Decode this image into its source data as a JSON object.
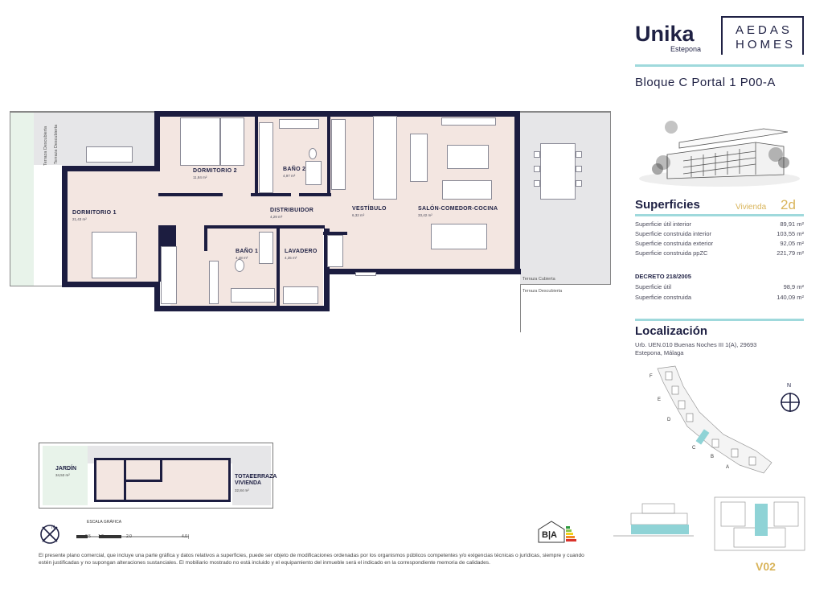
{
  "brand": {
    "project_name": "Unika",
    "project_city": "Estepona",
    "developer_logo_line1": "AEDAS",
    "developer_logo_line2": "HOMES"
  },
  "unit_title": "Bloque C Portal 1 P00-A",
  "superficies": {
    "heading": "Superficies",
    "vivienda_label": "Vivienda",
    "vivienda_type": "2d",
    "rows": [
      {
        "label": "Superficie útil interior",
        "value": "89,91 m²"
      },
      {
        "label": "Superficie construida interior",
        "value": "103,55 m²"
      },
      {
        "label": "Superficie construida exterior",
        "value": "92,05 m²"
      },
      {
        "label": "Superficie construida ppZC",
        "value": "221,79 m²"
      }
    ],
    "decree_heading": "DECRETO 218/2005",
    "decree_rows": [
      {
        "label": "Superficie útil",
        "value": "98,9 m²"
      },
      {
        "label": "Superficie construida",
        "value": "140,09 m²"
      }
    ]
  },
  "localizacion": {
    "heading": "Localización",
    "address_line1": "Urb. UEN.010 Buenas Noches III 1(A), 29693",
    "address_line2": "Estepona, Málaga",
    "block_letters": [
      "F",
      "E",
      "D",
      "C",
      "B",
      "A"
    ],
    "north_label": "N"
  },
  "plan": {
    "rooms": [
      {
        "name": "DORMITORIO 2",
        "area": "11,84 m²"
      },
      {
        "name": "BAÑO 2",
        "area": "4,97 m²"
      },
      {
        "name": "DORMITORIO 1",
        "area": "21,43 m²"
      },
      {
        "name": "DISTRIBUIDOR",
        "area": "4,29 m²"
      },
      {
        "name": "VESTÍBULO",
        "area": "6,32 m²"
      },
      {
        "name": "SALÓN-COMEDOR-COCINA",
        "area": "33,42 m²"
      },
      {
        "name": "BAÑO 1",
        "area": "4,48 m²"
      },
      {
        "name": "LAVADERO",
        "area": "4,35 m²"
      }
    ],
    "terrace_left_1": "Terraza Descubierta",
    "terrace_left_2": "Terraza Descubierta",
    "terrace_right_covered": "Terraza Cubierta",
    "terrace_right_open": "Terraza Descubierta"
  },
  "mini_plan": {
    "garden_label": "JARDÍN",
    "garden_area": "34,53 m²",
    "total_label_1": "TOTAL",
    "total_label_2": "VIVIENDA",
    "terraza_label": "TERRAZA",
    "terraza_area": "32,84 m²"
  },
  "scale": {
    "title": "ESCALA GRÁFICA",
    "ticks": [
      "0.5",
      "1.0",
      "2.0",
      "4.0"
    ]
  },
  "energy_label": "B|A",
  "disclaimer": "El presente plano comercial, que incluye una parte gráfica y datos relativos a superficies, puede ser objeto de modificaciones ordenadas por los organismos públicos competentes y/o exigencias técnicas o jurídicas, siempre y cuando estén justificadas y no supongan alteraciones sustanciales. El mobiliario mostrado no está incluido y el equipamiento del inmueble será el indicado en la correspondiente memoria de calidades.",
  "version_code": "V02",
  "colors": {
    "navy": "#1f2144",
    "teal": "#9fd9dc",
    "gold": "#d9b45a",
    "floor": "#f3e6e1"
  }
}
